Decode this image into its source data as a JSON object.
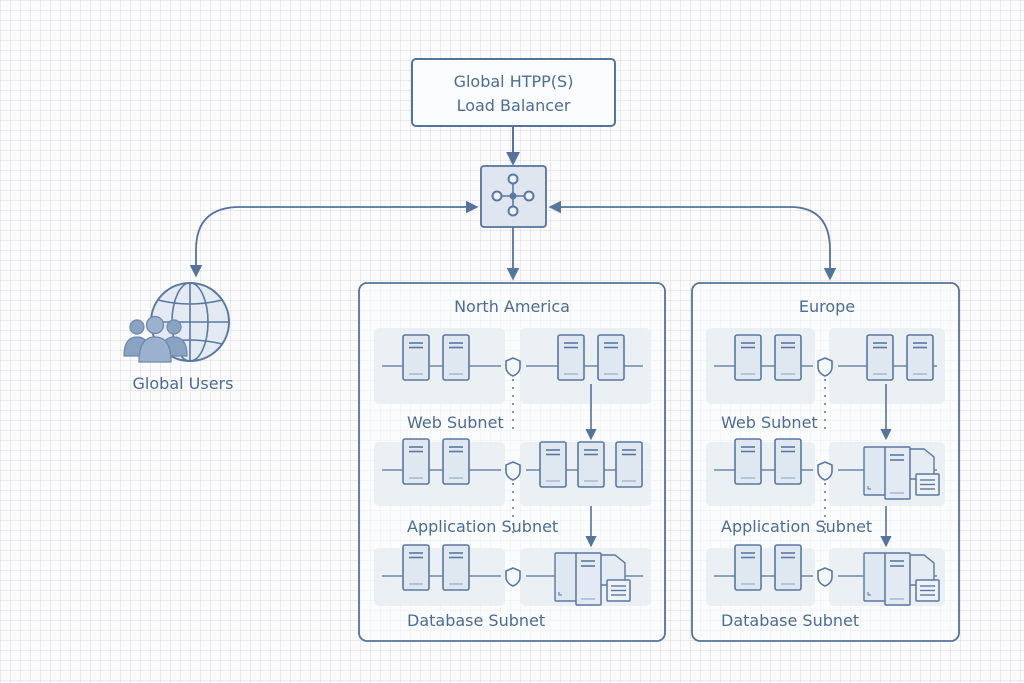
{
  "diagram": {
    "load_balancer": {
      "line1": "Global HTPP(S)",
      "line2": "Load Balancer",
      "icon": "network-hub-icon"
    },
    "users": {
      "label": "Global Users",
      "icon": "globe-users-icon"
    },
    "regions": [
      {
        "name": "North America",
        "subnets": [
          {
            "label": "Web Subnet",
            "left": "server-pair",
            "right": "server-pair"
          },
          {
            "label": "Application Subnet",
            "left": "server-pair",
            "right": "server-triple"
          },
          {
            "label": "Database Subnet",
            "left": "server-pair",
            "right": "database-cluster"
          }
        ]
      },
      {
        "name": "Europe",
        "subnets": [
          {
            "label": "Web Subnet",
            "left": "server-pair",
            "right": "server-pair"
          },
          {
            "label": "Application Subnet",
            "left": "server-pair",
            "right": "database-cluster"
          },
          {
            "label": "Database Subnet",
            "left": "server-pair",
            "right": "database-cluster"
          }
        ]
      }
    ],
    "colors": {
      "stroke": "#5676a0",
      "panel": "#e8edf3",
      "node_fill": "#dde6f0",
      "text": "#4d6c93"
    }
  }
}
